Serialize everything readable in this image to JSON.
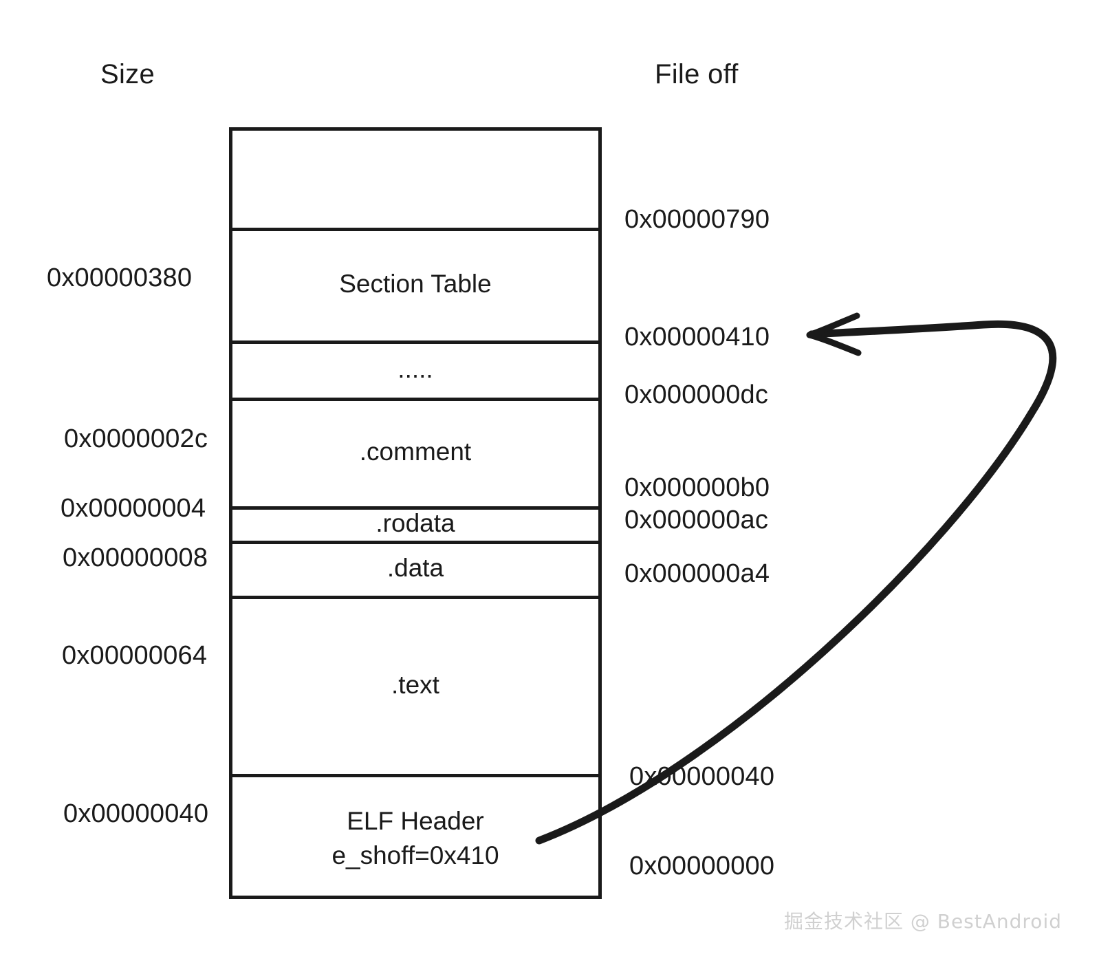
{
  "headers": {
    "size": "Size",
    "file_off": "File off"
  },
  "diagram": {
    "type": "elf-file-layout",
    "orientation": "offset increases upward",
    "rows": [
      {
        "name": "top-padding",
        "label": "",
        "size": "",
        "end_offset": "0x00000790"
      },
      {
        "name": "section-table",
        "label": "Section Table",
        "size": "0x00000380",
        "end_offset": "0x00000410"
      },
      {
        "name": "ellipsis",
        "label": ".....",
        "size": "",
        "end_offset": "0x000000dc"
      },
      {
        "name": "comment",
        "label": ".comment",
        "size": "0x0000002c",
        "end_offset": "0x000000b0"
      },
      {
        "name": "rodata",
        "label": ".rodata",
        "size": "0x00000004",
        "end_offset": "0x000000ac"
      },
      {
        "name": "data",
        "label": ".data",
        "size": "0x00000008",
        "end_offset": "0x000000a4"
      },
      {
        "name": "text",
        "label": ".text",
        "size": "0x00000064",
        "end_offset": "0x00000040"
      },
      {
        "name": "elf-header",
        "label": "ELF Header\ne_shoff=0x410",
        "size": "0x00000040",
        "end_offset": "0x00000000"
      }
    ],
    "size_labels": [
      "0x00000380",
      "0x0000002c",
      "0x00000004",
      "0x00000008",
      "0x00000064",
      "0x00000040"
    ],
    "file_off_labels": [
      "0x00000790",
      "0x00000410",
      "0x000000dc",
      "0x000000b0",
      "0x000000ac",
      "0x000000a4",
      "0x00000040",
      "0x00000000"
    ],
    "annotation": {
      "name": "e_shoff-pointer",
      "from": "ELF Header e_shoff=0x410",
      "to": "0x00000410",
      "style": "curved-arrow"
    }
  },
  "watermark": "掘金技术社区 @ BestAndroid",
  "colors": {
    "ink": "#1a1a1a",
    "background": "#ffffff",
    "watermark": "#d0d0d0"
  }
}
